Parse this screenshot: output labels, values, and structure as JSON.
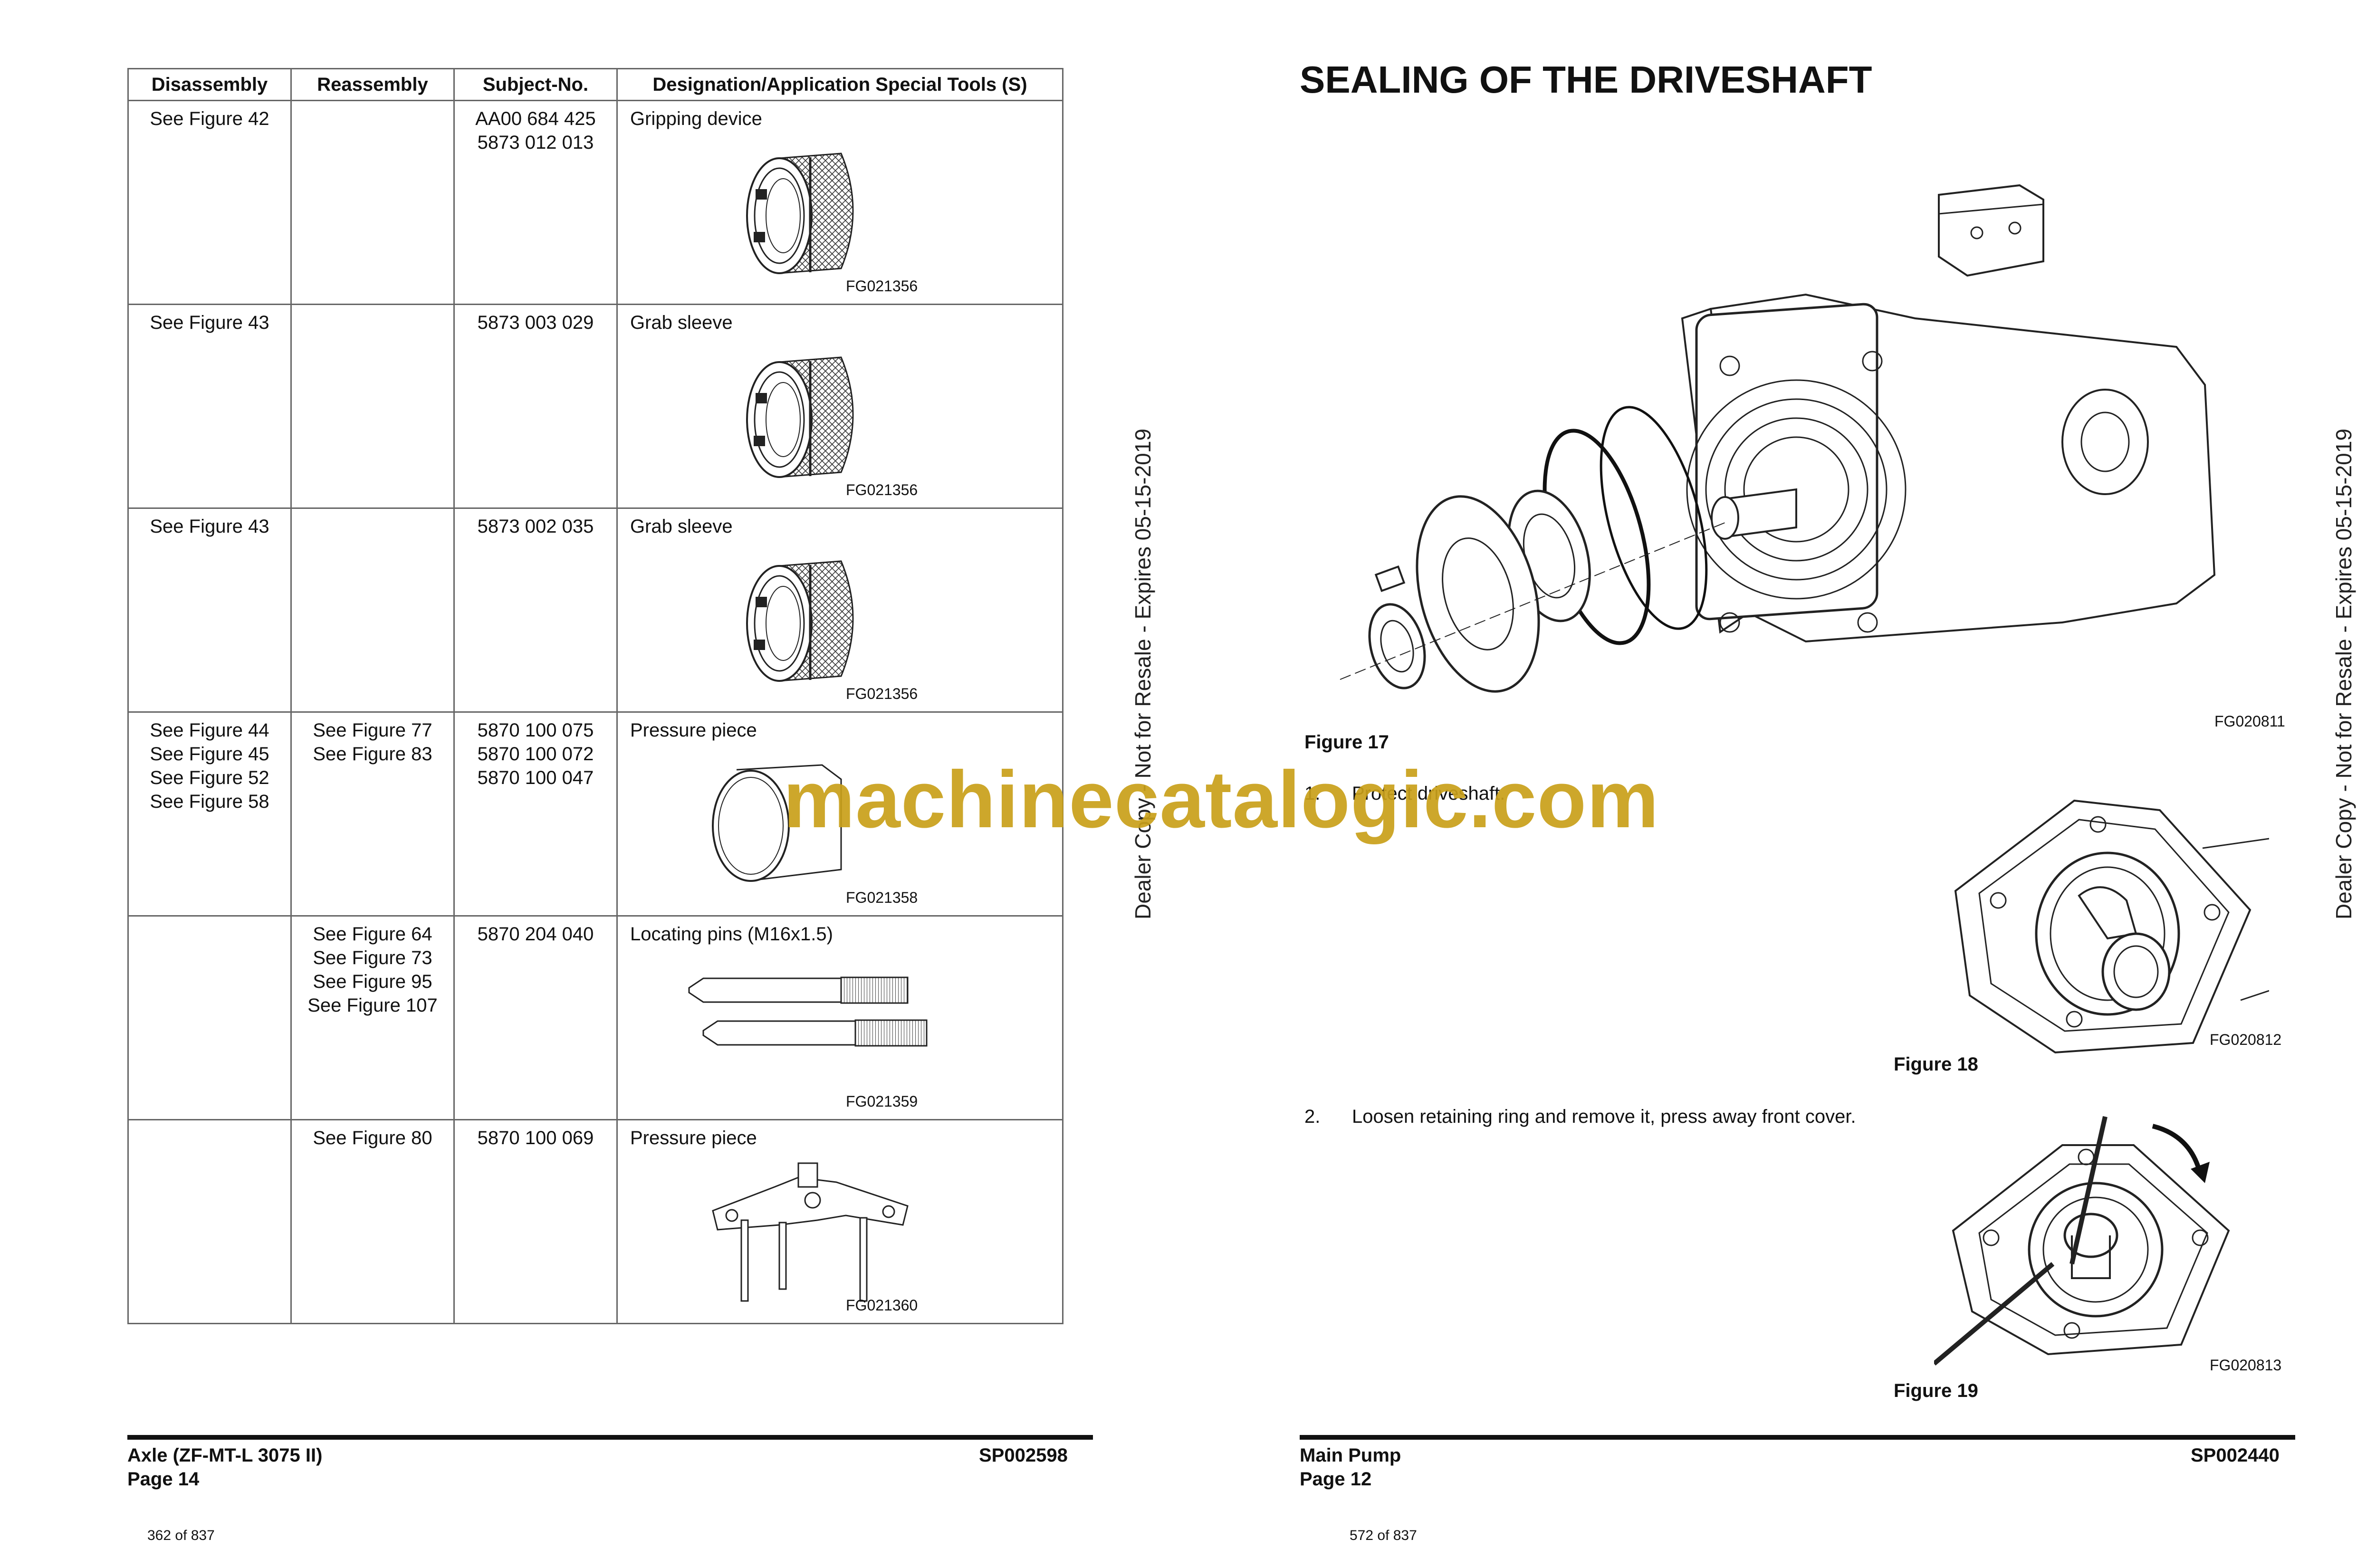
{
  "left_page": {
    "table": {
      "headers": [
        "Disassembly",
        "Reassembly",
        "Subject-No.",
        "Designation/Application Special Tools (S)"
      ],
      "rows": [
        {
          "disassembly": [
            "See Figure 42"
          ],
          "reassembly": [],
          "subject": [
            "AA00 684 425",
            "5873 012 013"
          ],
          "designation": "Gripping device",
          "fg": "FG021356",
          "icon": "gripping-device-icon"
        },
        {
          "disassembly": [
            "See Figure 43"
          ],
          "reassembly": [],
          "subject": [
            "5873 003 029"
          ],
          "designation": "Grab sleeve",
          "fg": "FG021356",
          "icon": "grab-sleeve-icon"
        },
        {
          "disassembly": [
            "See Figure 43"
          ],
          "reassembly": [],
          "subject": [
            "5873 002 035"
          ],
          "designation": "Grab sleeve",
          "fg": "FG021356",
          "icon": "grab-sleeve-icon"
        },
        {
          "disassembly": [
            "See Figure 44",
            "See Figure 45",
            "See Figure 52",
            "See Figure 58"
          ],
          "reassembly": [
            "See Figure 77",
            "See Figure 83"
          ],
          "subject": [
            "5870 100 075",
            "5870 100 072",
            "5870 100 047"
          ],
          "designation": "Pressure piece",
          "fg": "FG021358",
          "icon": "pressure-ring-icon"
        },
        {
          "disassembly": [],
          "reassembly": [
            "See Figure 64",
            "See Figure 73",
            "See Figure 95",
            "See Figure 107"
          ],
          "subject": [
            "5870 204 040"
          ],
          "designation": "Locating pins (M16x1.5)",
          "fg": "FG021359",
          "icon": "locating-pins-icon"
        },
        {
          "disassembly": [],
          "reassembly": [
            "See Figure 80"
          ],
          "subject": [
            "5870 100 069"
          ],
          "designation": "Pressure piece",
          "fg": "FG021360",
          "icon": "pressure-fixture-icon"
        }
      ]
    },
    "footer": {
      "title": "Axle (ZF-MT-L 3075 II)",
      "page": "Page 14",
      "doc": "SP002598",
      "count": "362 of 837"
    },
    "watermark": "Dealer Copy - Not for Resale - Expires 05-15-2019"
  },
  "right_page": {
    "title": "SEALING OF THE DRIVESHAFT",
    "figures": [
      {
        "label": "Figure 17",
        "fg": "FG020811",
        "icon": "pump-exploded-icon"
      },
      {
        "label": "Figure 18",
        "fg": "FG020812",
        "icon": "front-cover-icon"
      },
      {
        "label": "Figure 19",
        "fg": "FG020813",
        "icon": "retaining-ring-icon"
      }
    ],
    "steps": [
      {
        "num": "1.",
        "text": "Protect driveshaft."
      },
      {
        "num": "2.",
        "text": "Loosen retaining ring and remove it, press away front cover."
      }
    ],
    "footer": {
      "title": "Main Pump",
      "page": "Page 12",
      "doc": "SP002440",
      "count": "572 of 837"
    },
    "watermark": "Dealer Copy - Not for Resale - Expires 05-15-2019"
  },
  "brand": "machinecatalogic.com",
  "colors": {
    "brand": "#c9a01a",
    "rule": "#111111",
    "border": "#666666"
  }
}
